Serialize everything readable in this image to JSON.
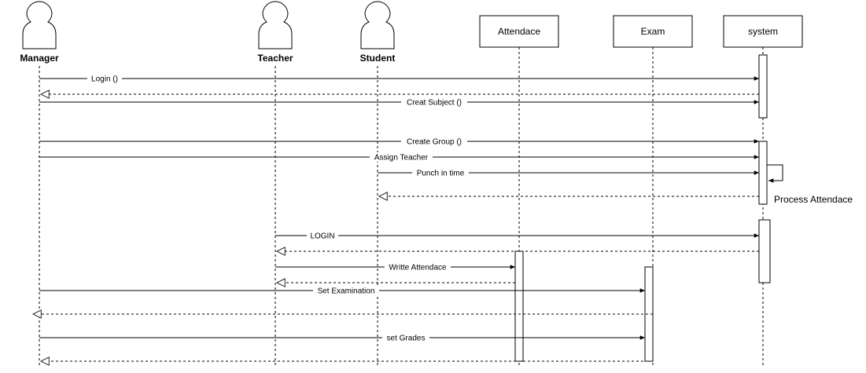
{
  "participants": [
    {
      "id": "manager",
      "label": "Manager",
      "kind": "actor"
    },
    {
      "id": "teacher",
      "label": "Teacher",
      "kind": "actor"
    },
    {
      "id": "student",
      "label": "Student",
      "kind": "actor"
    },
    {
      "id": "attendance",
      "label": "Attendace",
      "kind": "box"
    },
    {
      "id": "exam",
      "label": "Exam",
      "kind": "box"
    },
    {
      "id": "system",
      "label": "system",
      "kind": "box"
    }
  ],
  "messages": [
    {
      "from": "manager",
      "to": "system",
      "label": "Login ()",
      "style": "solid"
    },
    {
      "from": "system",
      "to": "manager",
      "label": "",
      "style": "dashed"
    },
    {
      "from": "manager",
      "to": "system",
      "label": "Creat Subject ()",
      "style": "solid"
    },
    {
      "from": "manager",
      "to": "system",
      "label": "Create Group ()",
      "style": "solid"
    },
    {
      "from": "manager",
      "to": "system",
      "label": "Assign Teacher",
      "style": "solid"
    },
    {
      "from": "student",
      "to": "system",
      "label": "Punch in time",
      "style": "solid"
    },
    {
      "from": "system",
      "to": "system",
      "label": "Process Attendace",
      "style": "self"
    },
    {
      "from": "system",
      "to": "student",
      "label": "",
      "style": "dashed"
    },
    {
      "from": "teacher",
      "to": "system",
      "label": "LOGIN",
      "style": "solid"
    },
    {
      "from": "system",
      "to": "teacher",
      "label": "",
      "style": "dashed"
    },
    {
      "from": "teacher",
      "to": "attendance",
      "label": "Writte Attendace",
      "style": "solid"
    },
    {
      "from": "attendance",
      "to": "teacher",
      "label": "",
      "style": "dashed"
    },
    {
      "from": "manager",
      "to": "exam",
      "label": "Set Examination",
      "style": "solid"
    },
    {
      "from": "exam",
      "to": "manager",
      "label": "",
      "style": "dashed"
    },
    {
      "from": "manager",
      "to": "exam",
      "label": "set Grades",
      "style": "solid"
    },
    {
      "from": "exam",
      "to": "manager",
      "label": "",
      "style": "dashed"
    }
  ],
  "colors": {
    "line": "#000000",
    "background": "#ffffff",
    "actor_fill": "#ffffff"
  }
}
